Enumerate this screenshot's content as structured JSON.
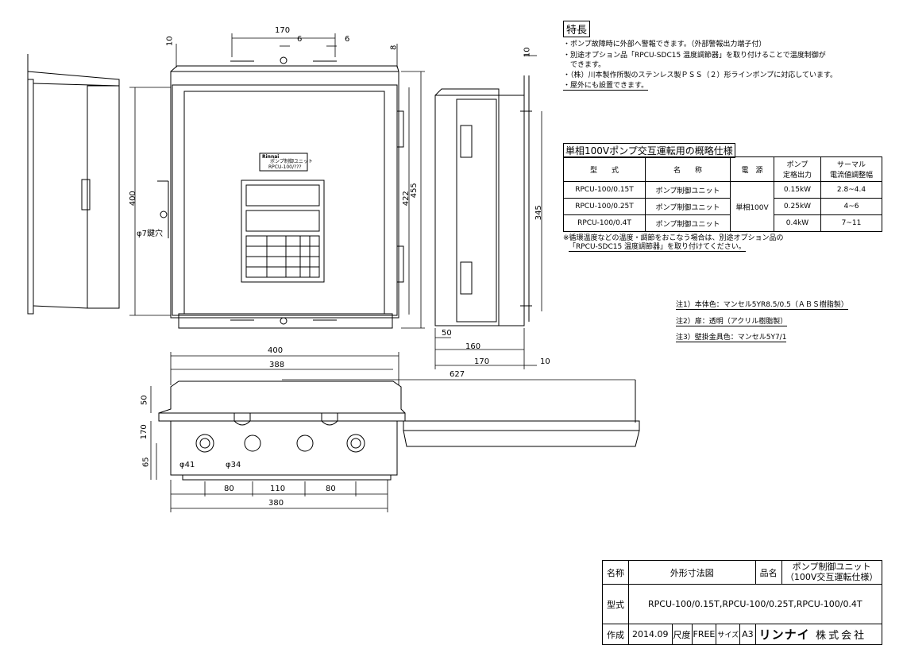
{
  "features": {
    "title": "特長",
    "items": [
      "・ポンプ故障時に外部へ警報できます。（外部警報出力端子付）",
      "・別途オプション品「RPCU-SDC15 温度調節器」を取り付けることで温度制御が",
      "　できます。",
      "・（株）川本製作所製のステンレス製ＰＳＳ（２）形ラインポンプに対応しています。",
      "・屋外にも設置できます。"
    ]
  },
  "spec": {
    "title": "単相100Vポンプ交互運転用の概略仕様",
    "headers": [
      "型　　式",
      "名　　称",
      "電　源",
      "ポンプ\n定格出力",
      "サーマル\n電流値調整幅"
    ],
    "rows": [
      [
        "RPCU-100/0.15T",
        "ポンプ制御ユニット",
        "0.15kW",
        "2.8~4.4"
      ],
      [
        "RPCU-100/0.25T",
        "ポンプ制御ユニット",
        "0.25kW",
        "4~6"
      ],
      [
        "RPCU-100/0.4T",
        "ポンプ制御ユニット",
        "0.4kW",
        "7~11"
      ]
    ],
    "power": "単相100V",
    "note1": "※循環温度などの温度・調節をおこなう場合は、別途オプション品の",
    "note2": "「RPCU-SDC15 温度調節器」を取り付けてください。"
  },
  "notes": [
    "注1）本体色：マンセル5YR8.5/0.5（ＡＢＳ樹脂製）",
    "注2）扉：透明（アクリル樹脂製）",
    "注3）壁掛金具色：マンセル5Y7/1"
  ],
  "dims": {
    "d170_top": "170",
    "d6a": "6",
    "d6b": "6",
    "d10_tl": "10",
    "d8": "8",
    "d10_side": "10",
    "d400_v": "400",
    "d422": "422",
    "d455": "455",
    "d345": "345",
    "hole": "φ7鍵穴",
    "d50_side": "50",
    "d160": "160",
    "d170_side": "170",
    "d10_side_b": "10",
    "d400_h": "400",
    "d388": "388",
    "d627": "627",
    "d50_b": "50",
    "d170_b": "170",
    "d65": "65",
    "phi41": "φ41",
    "phi34": "φ34",
    "d80a": "80",
    "d110": "110",
    "d80b": "80",
    "d380": "380"
  },
  "nameplate": {
    "brand": "Rinnai",
    "name": "ポンプ制御ユニット",
    "model": "RPCU-100/???"
  },
  "titleblock": {
    "name_label": "名称",
    "name_value": "外形寸法図",
    "item_label": "品名",
    "item_value_1": "ポンプ制御ユニット",
    "item_value_2": "（100V交互運転仕様）",
    "model_label": "型式",
    "model_value": "RPCU-100/0.15T,RPCU-100/0.25T,RPCU-100/0.4T",
    "made_label": "作成",
    "date": "2014.09",
    "scale_label": "尺度",
    "scale_value": "FREE",
    "size_label": "サイズ",
    "size_value": "A3",
    "company_logo": "リンナイ",
    "company_suffix": "株式会社"
  }
}
